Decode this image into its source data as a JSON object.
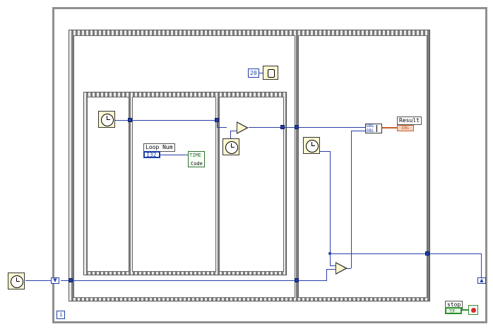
{
  "diagram": {
    "wait_constant": "20",
    "loop_num_label": "Loop Num",
    "loop_num_type": "I32",
    "time_node_top": "TIME",
    "time_node_bottom": "Code",
    "result_label": "Result",
    "result_type": "DBL",
    "build_array_top": "DBL",
    "build_array_bottom": "DBL",
    "stop_label": "stop",
    "stop_type": "TF",
    "iteration_label": "i"
  },
  "colors": {
    "wire": "#2a3fa7",
    "result_wire": "#c8602a",
    "stop_wire": "#2f8f2f",
    "stop_button": "#d62a2a"
  }
}
